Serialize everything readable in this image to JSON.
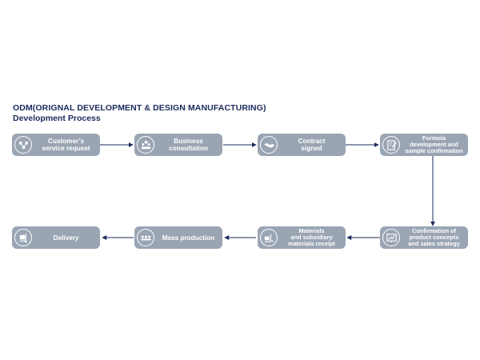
{
  "title": {
    "line1": "ODM(ORIGNAL DEVELOPMENT & DESIGN MANUFACTURING)",
    "line2": "Development Process"
  },
  "colors": {
    "box": "#9aa5b4",
    "title": "#1b2a5c",
    "arrow": "#1b2a5c"
  },
  "steps": [
    {
      "label": "Customer’s\nservice request",
      "icon": "people-network-icon"
    },
    {
      "label": "Business\nconsultation",
      "icon": "meeting-icon"
    },
    {
      "label": "Contract\nsigned",
      "icon": "handshake-icon"
    },
    {
      "label": "Formula\ndevelopment and\nsample confirmation",
      "icon": "document-pen-icon"
    },
    {
      "label": "Confirmation of\nproduct concepts\nand sales strategy",
      "icon": "chart-board-icon"
    },
    {
      "label": "Materials\nand subsidiary\nmaterials receipt",
      "icon": "forklift-icon"
    },
    {
      "label": "Mass production",
      "icon": "conveyor-icon"
    },
    {
      "label": "Delivery",
      "icon": "hand-truck-icon"
    }
  ]
}
